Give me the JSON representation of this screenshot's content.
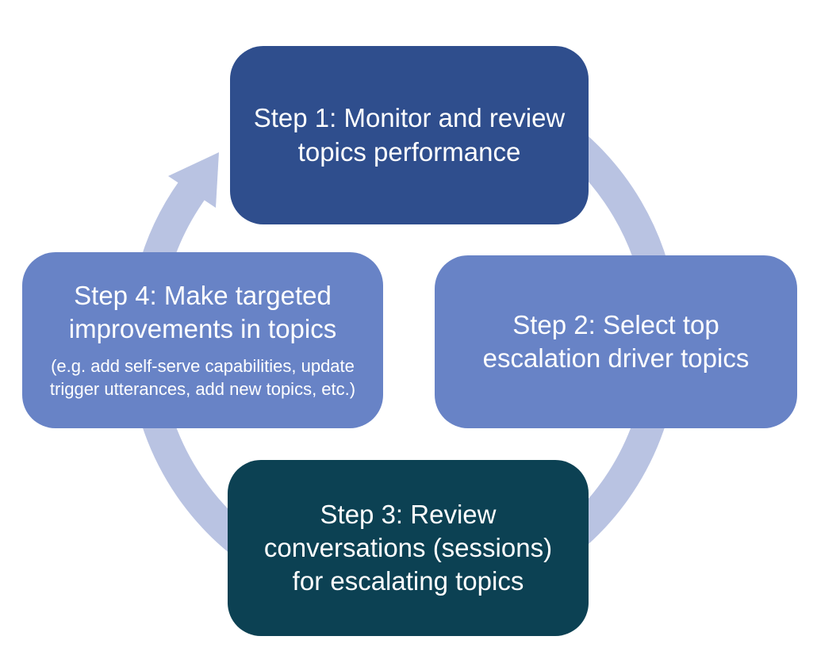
{
  "background_color": "#FFFFFF",
  "diagram": {
    "type": "cycle",
    "arrow_color": "#B9C3E2",
    "text_color": "#FFFFFF",
    "steps": [
      {
        "position": "top",
        "label": "Step 1: Monitor and review topics performance",
        "color": "#2F4E8D"
      },
      {
        "position": "right",
        "label": "Step 2: Select top escalation driver topics",
        "color": "#6883C6"
      },
      {
        "position": "bottom",
        "label": "Step 3: Review conversations (sessions) for escalating topics",
        "color": "#0C4153"
      },
      {
        "position": "left",
        "label": "Step 4: Make targeted improvements in topics",
        "note": "(e.g. add self-serve capabilities, update trigger utterances, add new topics, etc.)",
        "color": "#6883C6"
      }
    ]
  }
}
